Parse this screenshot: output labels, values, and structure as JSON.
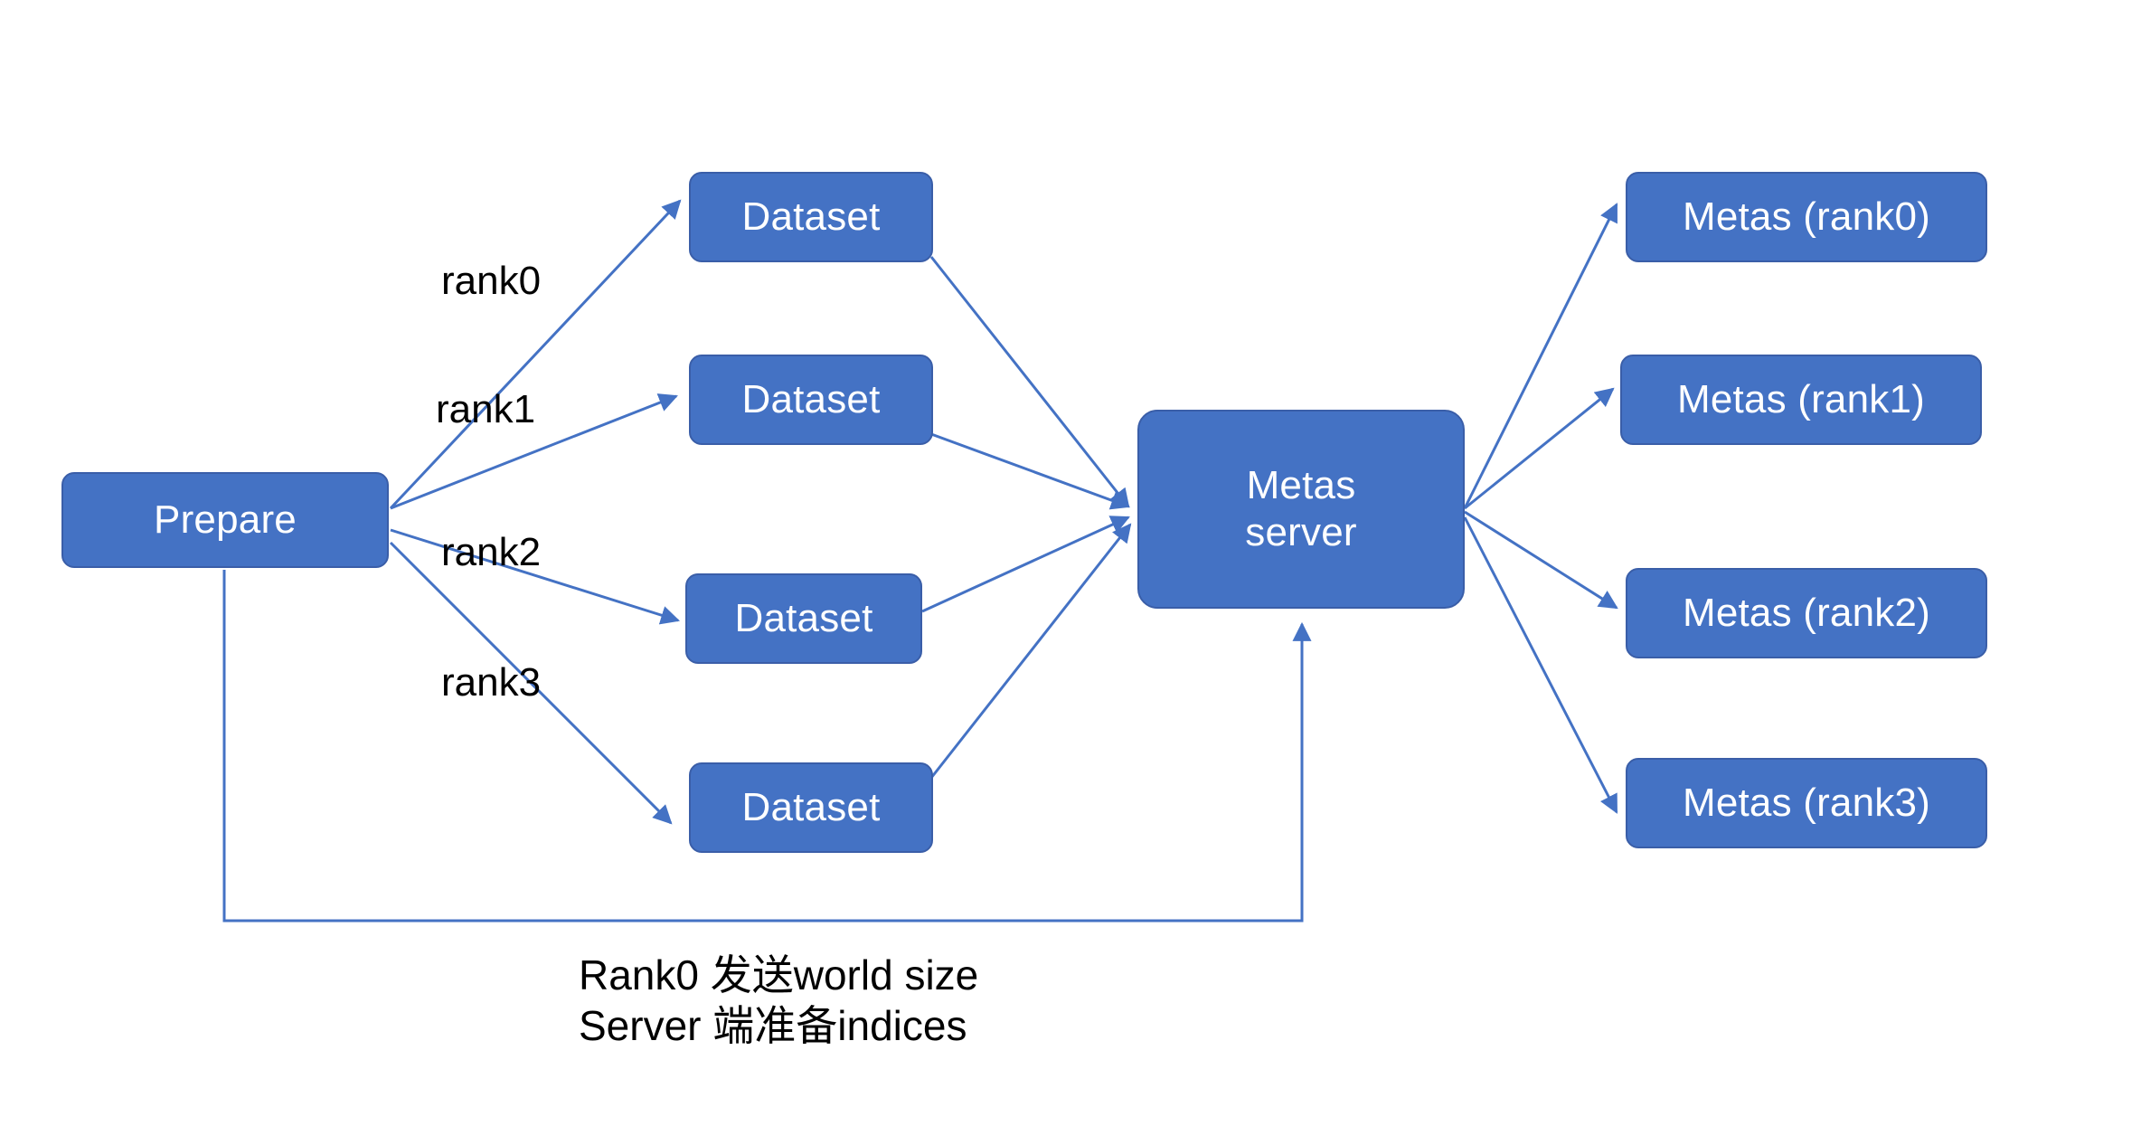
{
  "diagram": {
    "title": "Distributed dataset metas preparation flow",
    "background_color": "#FFFFFF",
    "node_fill_color": "#4472C4",
    "node_border_color": "#3A5EA8",
    "node_text_color": "#FFFFFF",
    "edge_color": "#4472C4",
    "label_text_color": "#000000"
  },
  "nodes": {
    "prepare": {
      "label": "Prepare"
    },
    "datasets": [
      {
        "label": "Dataset"
      },
      {
        "label": "Dataset"
      },
      {
        "label": "Dataset"
      },
      {
        "label": "Dataset"
      }
    ],
    "metas_server": {
      "label": "Metas\nserver"
    },
    "metas_outputs": [
      {
        "label": "Metas (rank0)"
      },
      {
        "label": "Metas (rank1)"
      },
      {
        "label": "Metas (rank2)"
      },
      {
        "label": "Metas (rank3)"
      }
    ]
  },
  "edge_labels": [
    {
      "label": "rank0"
    },
    {
      "label": "rank1"
    },
    {
      "label": "rank2"
    },
    {
      "label": "rank3"
    }
  ],
  "caption": {
    "text": "Rank0 发送world size\nServer 端准备indices",
    "line1": "Rank0 发送world size",
    "line2": "Server 端准备indices"
  }
}
